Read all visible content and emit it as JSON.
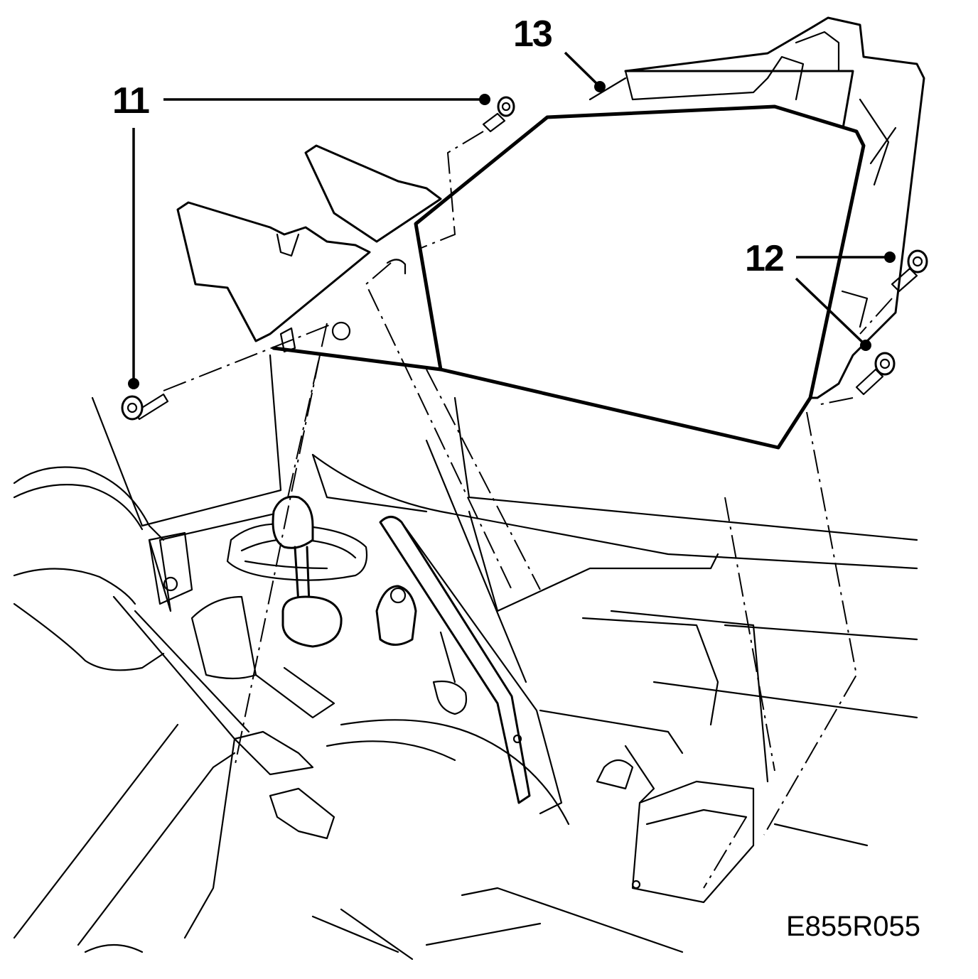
{
  "figure_code": "E855R055",
  "callouts": {
    "item_11": "11",
    "item_12": "12",
    "item_13": "13"
  },
  "colors": {
    "line": "#000000",
    "background": "#ffffff"
  }
}
